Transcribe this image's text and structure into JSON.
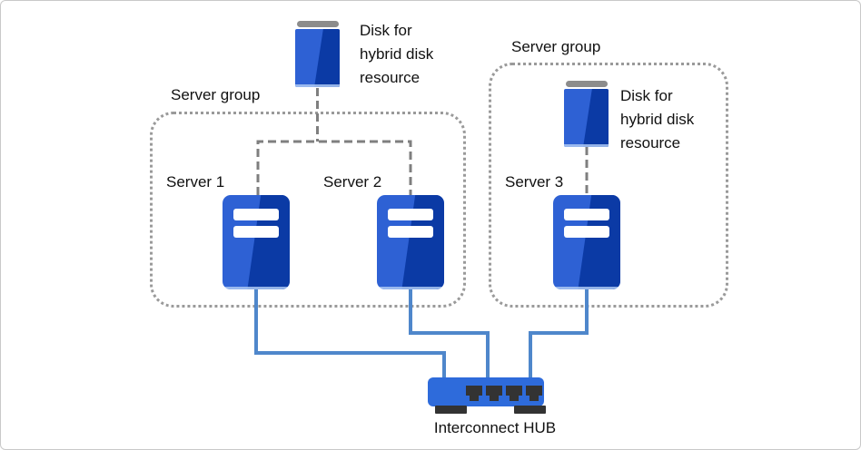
{
  "groups": [
    {
      "label": "Server group"
    },
    {
      "label": "Server group"
    }
  ],
  "servers": [
    {
      "label": "Server 1"
    },
    {
      "label": "Server 2"
    },
    {
      "label": "Server 3"
    }
  ],
  "disks": [
    {
      "label": "Disk for\nhybrid disk\nresource"
    },
    {
      "label": "Disk for\nhybrid disk\nresource"
    }
  ],
  "hub": {
    "label": "Interconnect HUB"
  },
  "icons": {
    "disk": "disk-icon",
    "server": "server-icon",
    "hub": "hub-icon"
  },
  "colors": {
    "icon_blue_light": "#2e61d4",
    "icon_blue_dark": "#0b3aa5",
    "hub_blue": "#2e6bdb",
    "disk_cap_gray": "#8c8c8c",
    "dashed_connector_gray": "#7f7f7f",
    "group_border_gray": "#9a9a9a",
    "network_line_blue": "#4f87cb",
    "port_dark": "#333333"
  }
}
